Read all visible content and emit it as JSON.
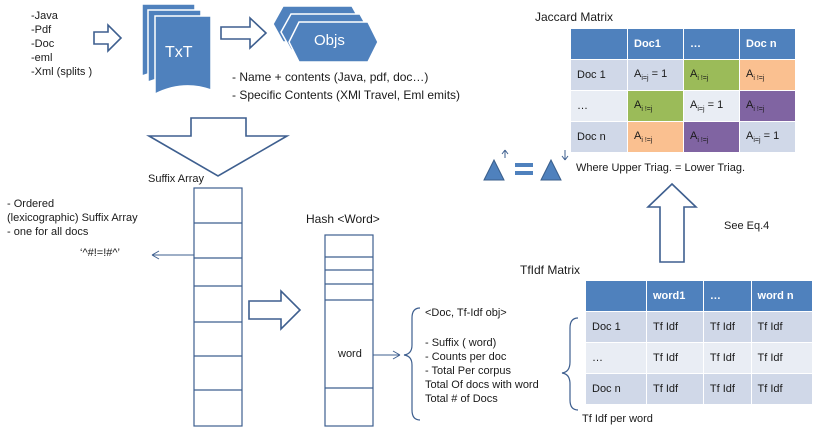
{
  "input_types": [
    "-Java",
    "-Pdf",
    "-Doc",
    "-eml",
    "-Xml (splits )"
  ],
  "txt_label": "TxT",
  "objs_label": "Objs",
  "notes": [
    "- Name + contents (Java, pdf, doc…)",
    "- Specific Contents (XMl Travel, Eml emits)"
  ],
  "suffix_array_label": "Suffix Array",
  "suffix_notes": [
    "- Ordered",
    "(lexicographic) Suffix Array",
    "- one for all docs"
  ],
  "regex_label": "‘^#!=!#^’",
  "hash_label": "Hash <Word>",
  "word_label": "word",
  "doc_obj_label": "<Doc, Tf-Idf obj>",
  "word_info": [
    "- Suffix ( word)",
    "- Counts per doc",
    "- Total Per corpus",
    "Total Of docs with word",
    "Total # of Docs"
  ],
  "jaccard": {
    "title": "Jaccard Matrix",
    "header": [
      "",
      "Doc1",
      "…",
      "Doc n"
    ],
    "rows": [
      {
        "label": "Doc 1",
        "cells": [
          "i=j",
          "i !=j",
          "i !=j"
        ],
        "vals": [
          " = 1",
          "",
          ""
        ]
      },
      {
        "label": "…",
        "cells": [
          "i !=j",
          "i=j",
          "i !=j"
        ],
        "vals": [
          "",
          " = 1",
          ""
        ]
      },
      {
        "label": "Doc n",
        "cells": [
          "i !=j",
          "i !=j",
          "i=j"
        ],
        "vals": [
          "",
          "",
          " = 1"
        ]
      }
    ],
    "cell_letter": "A",
    "footer": "Where Upper Triag. = Lower Triag."
  },
  "see_eq": "See Eq.4",
  "tfidf": {
    "title": "TfIdf Matrix",
    "header": [
      "",
      "word1",
      "…",
      "word n"
    ],
    "rows": [
      {
        "label": "Doc 1",
        "cells": [
          "Tf Idf",
          "Tf Idf",
          "Tf Idf"
        ]
      },
      {
        "label": "…",
        "cells": [
          "Tf Idf",
          "Tf Idf",
          "Tf Idf"
        ]
      },
      {
        "label": "Doc n",
        "cells": [
          "Tf Idf",
          "Tf Idf",
          "Tf Idf"
        ]
      }
    ],
    "footer": "Tf Idf per word"
  },
  "colors": {
    "doc_blue": "#4f81bd",
    "doc_border": "#385d8a",
    "green": "#9bbb59",
    "peach": "#fac090",
    "purple": "#8064a2"
  }
}
